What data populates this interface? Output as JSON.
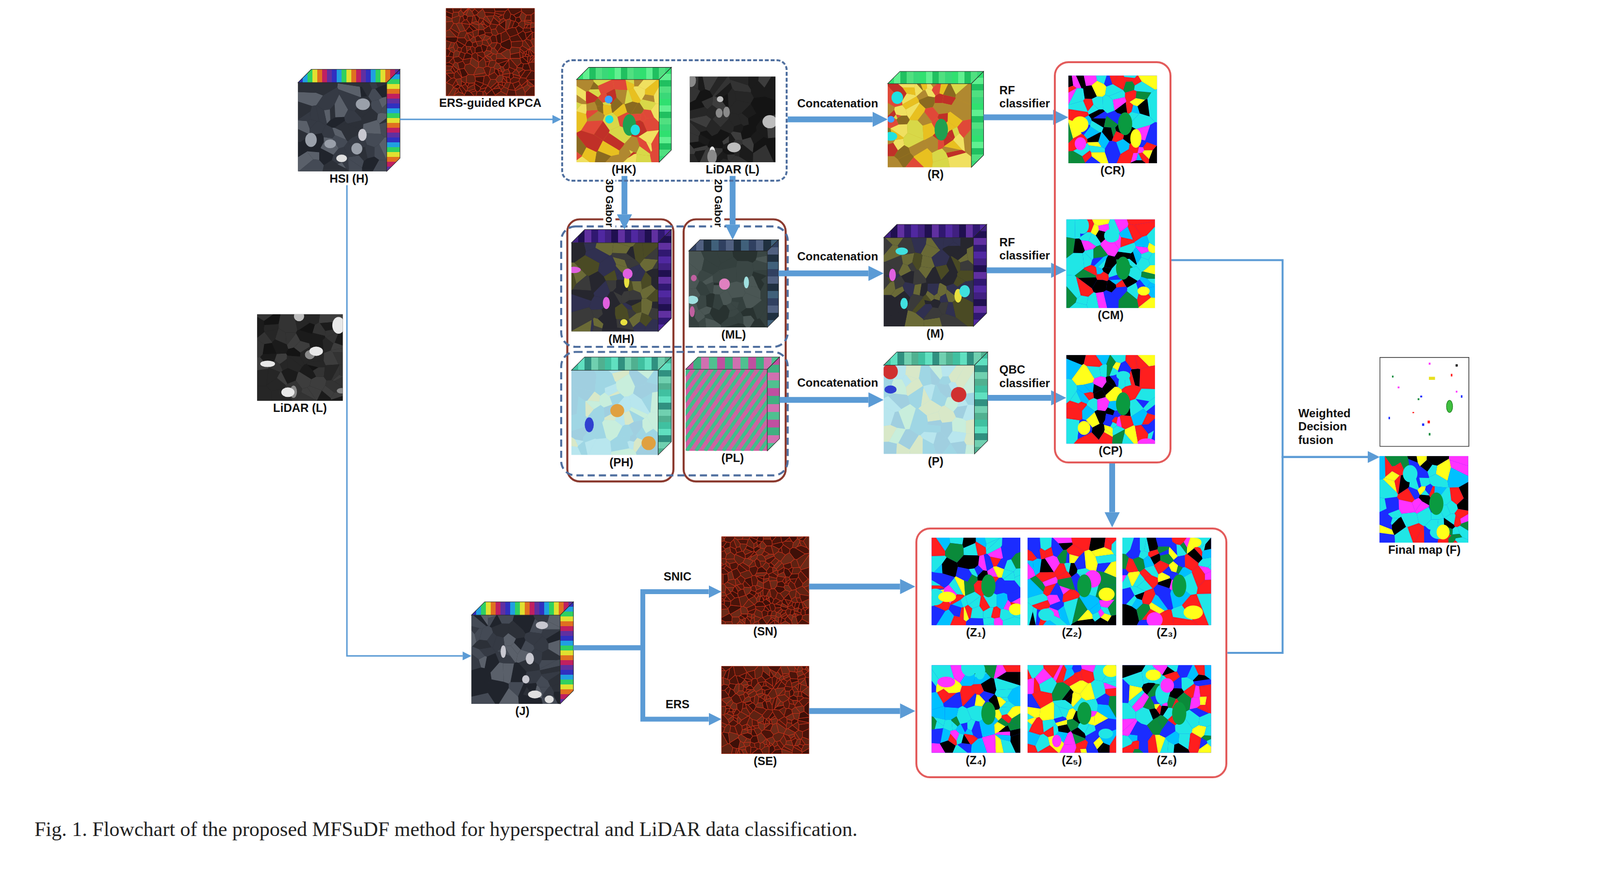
{
  "diagram": {
    "caption": "Fig. 1. Flowchart of the proposed MFSuDF method for hyperspectral and LiDAR data classification.",
    "nodes": [
      {
        "text": [
          "HSI (H)"
        ]
      },
      {
        "text": [
          "ERS-guided KPCA"
        ]
      },
      {
        "text": []
      },
      {
        "text": [
          "(HK)"
        ],
        "in": 2
      },
      {
        "text": [
          "LiDAR (L)"
        ],
        "in": 2
      },
      {
        "text": [
          "(MH)"
        ]
      },
      {
        "text": [
          "(ML)"
        ]
      },
      {
        "text": [
          "(PH)"
        ]
      },
      {
        "text": [
          "(PL)"
        ]
      },
      {
        "text": [
          "(R)"
        ]
      },
      {
        "text": [
          "(M)"
        ]
      },
      {
        "text": [
          "(P)"
        ]
      },
      {
        "text": []
      },
      {
        "text": [
          "(CR)"
        ],
        "in": 12
      },
      {
        "text": [
          "(CM)"
        ],
        "in": 12
      },
      {
        "text": [
          "(CP)"
        ],
        "in": 12
      },
      {
        "text": [
          "LiDAR (L)"
        ]
      },
      {
        "text": [
          "(J)"
        ]
      },
      {
        "text": [
          "(SN)"
        ]
      },
      {
        "text": [
          "(SE)"
        ]
      },
      {
        "text": []
      },
      {
        "text": [
          "(Z₁)"
        ],
        "in": 20
      },
      {
        "text": [
          "(Z₂)"
        ],
        "in": 20
      },
      {
        "text": [
          "(Z₃)"
        ],
        "in": 20
      },
      {
        "text": [
          "(Z₄)"
        ],
        "in": 20
      },
      {
        "text": [
          "(Z₅)"
        ],
        "in": 20
      },
      {
        "text": [
          "(Z₆)"
        ],
        "in": 20
      },
      {
        "text": [
          "Final map (F)"
        ]
      }
    ],
    "edges": [
      {
        "from": 0,
        "to": 2,
        "arrow": "to"
      },
      {
        "from": 3,
        "to": 5,
        "label": "3D Gabor",
        "arrow": "to"
      },
      {
        "from": 4,
        "to": 6,
        "label": "2D Gabor",
        "arrow": "to"
      },
      {
        "from": 2,
        "to": 9,
        "label": "Concatenation",
        "arrow": "to"
      },
      {
        "from": 6,
        "to": 10,
        "label": "Concatenation",
        "arrow": "to"
      },
      {
        "from": 8,
        "to": 11,
        "label": "Concatenation",
        "arrow": "to"
      },
      {
        "from": 9,
        "to": 13,
        "label": "RF classifier",
        "arrow": "to"
      },
      {
        "from": 10,
        "to": 14,
        "label": "RF classifier",
        "arrow": "to"
      },
      {
        "from": 11,
        "to": 15,
        "label": "QBC classifier",
        "arrow": "to"
      },
      {
        "from": 12,
        "to": 20,
        "arrow": "to"
      },
      {
        "from": 0,
        "to": 17,
        "arrow": "to"
      },
      {
        "from": 17,
        "to": 18,
        "label": "SNIC",
        "arrow": "to"
      },
      {
        "from": 17,
        "to": 19,
        "label": "ERS",
        "arrow": "to"
      },
      {
        "from": 18,
        "to": 20,
        "arrow": "to"
      },
      {
        "from": 19,
        "to": 20,
        "arrow": "to"
      },
      {
        "from": 12,
        "to": 27,
        "label": "Weighted Decision fusion",
        "arrow": "to"
      },
      {
        "from": 20,
        "to": 27,
        "arrow": "to"
      }
    ]
  }
}
